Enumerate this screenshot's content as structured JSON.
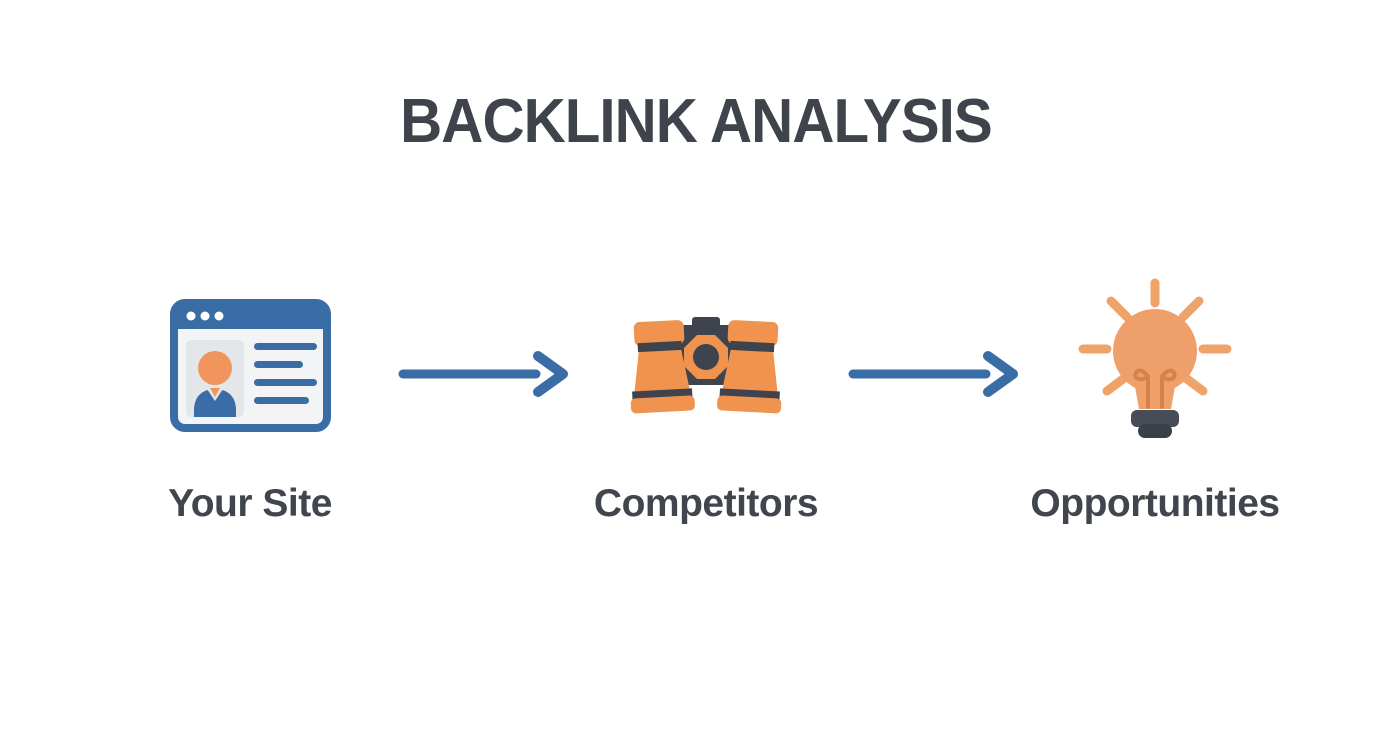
{
  "title": "BACKLINK ANALYSIS",
  "diagram_type": "process-flow",
  "steps": [
    {
      "id": "your-site",
      "label": "Your Site",
      "icon": "browser-profile-icon"
    },
    {
      "id": "competitors",
      "label": "Competitors",
      "icon": "binoculars-icon"
    },
    {
      "id": "opportunities",
      "label": "Opportunities",
      "icon": "lightbulb-icon"
    }
  ],
  "connectors": [
    {
      "from": "your-site",
      "to": "competitors",
      "style": "right-arrow"
    },
    {
      "from": "competitors",
      "to": "opportunities",
      "style": "right-arrow"
    }
  ],
  "colors": {
    "background": "#ffffff",
    "blue": "#3a6ca6",
    "orange": "#ef934f",
    "orange_soft": "#efa06a",
    "orange_ray": "#f0a368",
    "filament_orange": "#d5824a",
    "charcoal": "#3e434d",
    "bulb_base_top": "#474d57",
    "bulb_base_bottom": "#3a404a",
    "panel_gray": "#f3f4f6",
    "card_gray": "#e4e7ea",
    "text_dark": "#3f444c"
  }
}
